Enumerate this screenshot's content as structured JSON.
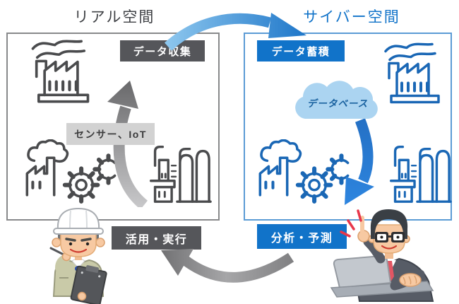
{
  "titles": {
    "real": "リアル空間",
    "cyber": "サイバー空間"
  },
  "labels": {
    "data_collection": "データ収集",
    "data_storage": "データ蓄積",
    "sensor_iot": "センサー、IoT",
    "database": "データベース",
    "utilization": "活用・実行",
    "analysis": "分析・予測"
  },
  "icons": {
    "real_factory": "factory-smoke-icon",
    "real_plant": "plant-gears-icon",
    "real_refinery": "refinery-tanks-icon",
    "cyber_factory": "factory-smoke-icon",
    "cyber_plant": "plant-gears-icon",
    "cyber_refinery": "refinery-tanks-icon",
    "database_cloud": "cloud-icon",
    "worker": "field-worker-character",
    "businessman": "office-worker-character"
  },
  "colors": {
    "accent-blue": "#1173c9",
    "icon-blue": "#1a67b5",
    "dark-gray": "#55565a",
    "light-gray": "#d2d2d2",
    "icon-gray": "#4a4b4d",
    "cloud-blue": "#abd4f1",
    "cloud-text": "#19619f",
    "cyber-border": "#5b9bd5",
    "real-border": "#88898b",
    "title-gray": "#3f4145",
    "accent-red": "#e8374a"
  }
}
